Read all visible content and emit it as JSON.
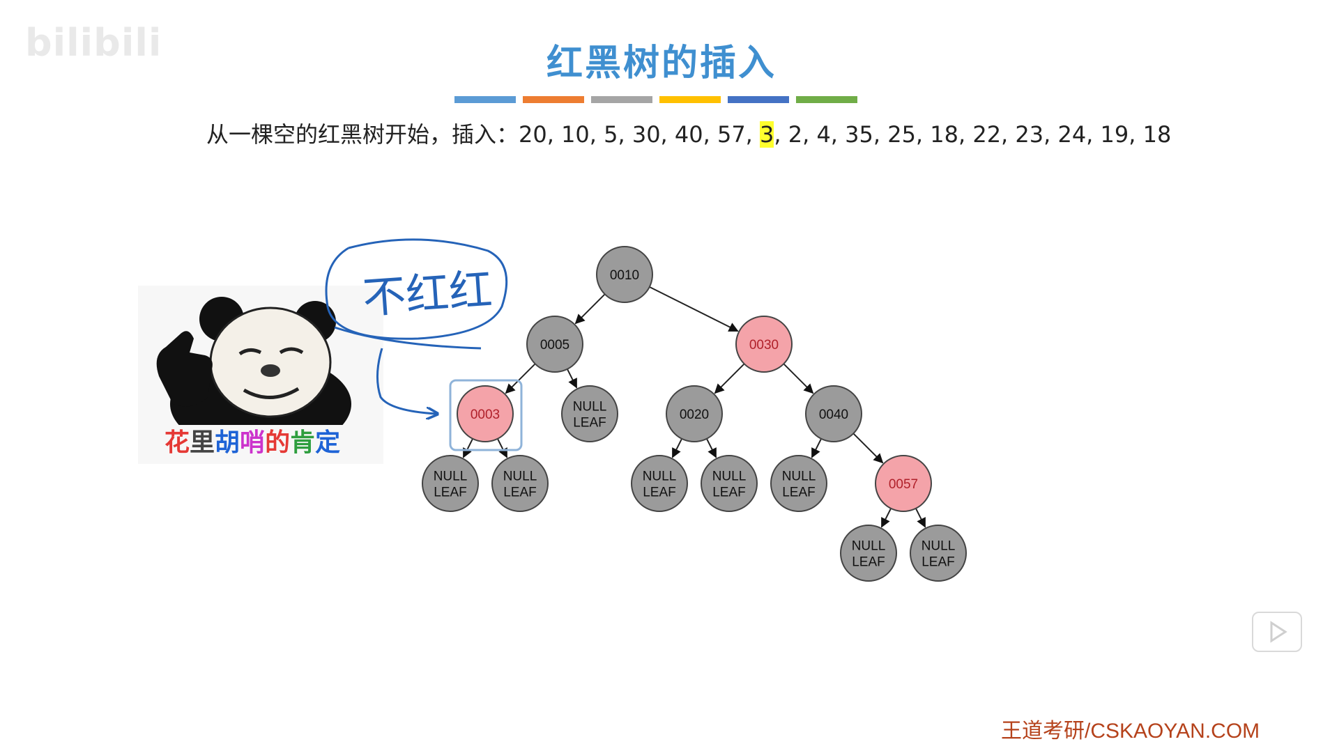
{
  "watermark": "bilibili",
  "title": "红黑树的插入",
  "color_bars": [
    "#5b9bd5",
    "#ed7d31",
    "#a5a5a5",
    "#ffc000",
    "#4472c4",
    "#70ad47"
  ],
  "sequence": {
    "prefix": "从一棵空的红黑树开始，插入：20, 10, 5, 30, 40, 57, ",
    "highlight": "3",
    "suffix": ", 2, 4, 35, 25, 18, 22, 23, 24, 19, 18"
  },
  "annotation": "不红红",
  "meme": {
    "caption": [
      {
        "t": "花",
        "c": "#e53935"
      },
      {
        "t": "里",
        "c": "#444444"
      },
      {
        "t": "胡",
        "c": "#1e63d6"
      },
      {
        "t": "哨",
        "c": "#cc33cc"
      },
      {
        "t": "的",
        "c": "#e53935"
      },
      {
        "t": "肯",
        "c": "#2e9e3e"
      },
      {
        "t": "定",
        "c": "#1e63d6"
      }
    ]
  },
  "tree": {
    "colors": {
      "black": "#9b9b9b",
      "red": "#f4a3a9",
      "red_text": "#b0202a"
    },
    "nodes": [
      {
        "id": "n10",
        "label": "0010",
        "color": "black"
      },
      {
        "id": "n5",
        "label": "0005",
        "color": "black"
      },
      {
        "id": "n30",
        "label": "0030",
        "color": "red"
      },
      {
        "id": "n3",
        "label": "0003",
        "color": "red"
      },
      {
        "id": "l5r",
        "label": "NULL\nLEAF",
        "color": "black"
      },
      {
        "id": "n20",
        "label": "0020",
        "color": "black"
      },
      {
        "id": "n40",
        "label": "0040",
        "color": "black"
      },
      {
        "id": "l3l",
        "label": "NULL\nLEAF",
        "color": "black"
      },
      {
        "id": "l3r",
        "label": "NULL\nLEAF",
        "color": "black"
      },
      {
        "id": "l20l",
        "label": "NULL\nLEAF",
        "color": "black"
      },
      {
        "id": "l20r",
        "label": "NULL\nLEAF",
        "color": "black"
      },
      {
        "id": "l40l",
        "label": "NULL\nLEAF",
        "color": "black"
      },
      {
        "id": "n57",
        "label": "0057",
        "color": "red"
      },
      {
        "id": "l57l",
        "label": "NULL\nLEAF",
        "color": "black"
      },
      {
        "id": "l57r",
        "label": "NULL\nLEAF",
        "color": "black"
      }
    ],
    "edges": [
      [
        "n10",
        "n5"
      ],
      [
        "n10",
        "n30"
      ],
      [
        "n5",
        "n3"
      ],
      [
        "n5",
        "l5r"
      ],
      [
        "n30",
        "n20"
      ],
      [
        "n30",
        "n40"
      ],
      [
        "n3",
        "l3l"
      ],
      [
        "n3",
        "l3r"
      ],
      [
        "n20",
        "l20l"
      ],
      [
        "n20",
        "l20r"
      ],
      [
        "n40",
        "l40l"
      ],
      [
        "n40",
        "n57"
      ],
      [
        "n57",
        "l57l"
      ],
      [
        "n57",
        "l57r"
      ]
    ]
  },
  "footer": "王道考研/CSKAOYAN.COM"
}
